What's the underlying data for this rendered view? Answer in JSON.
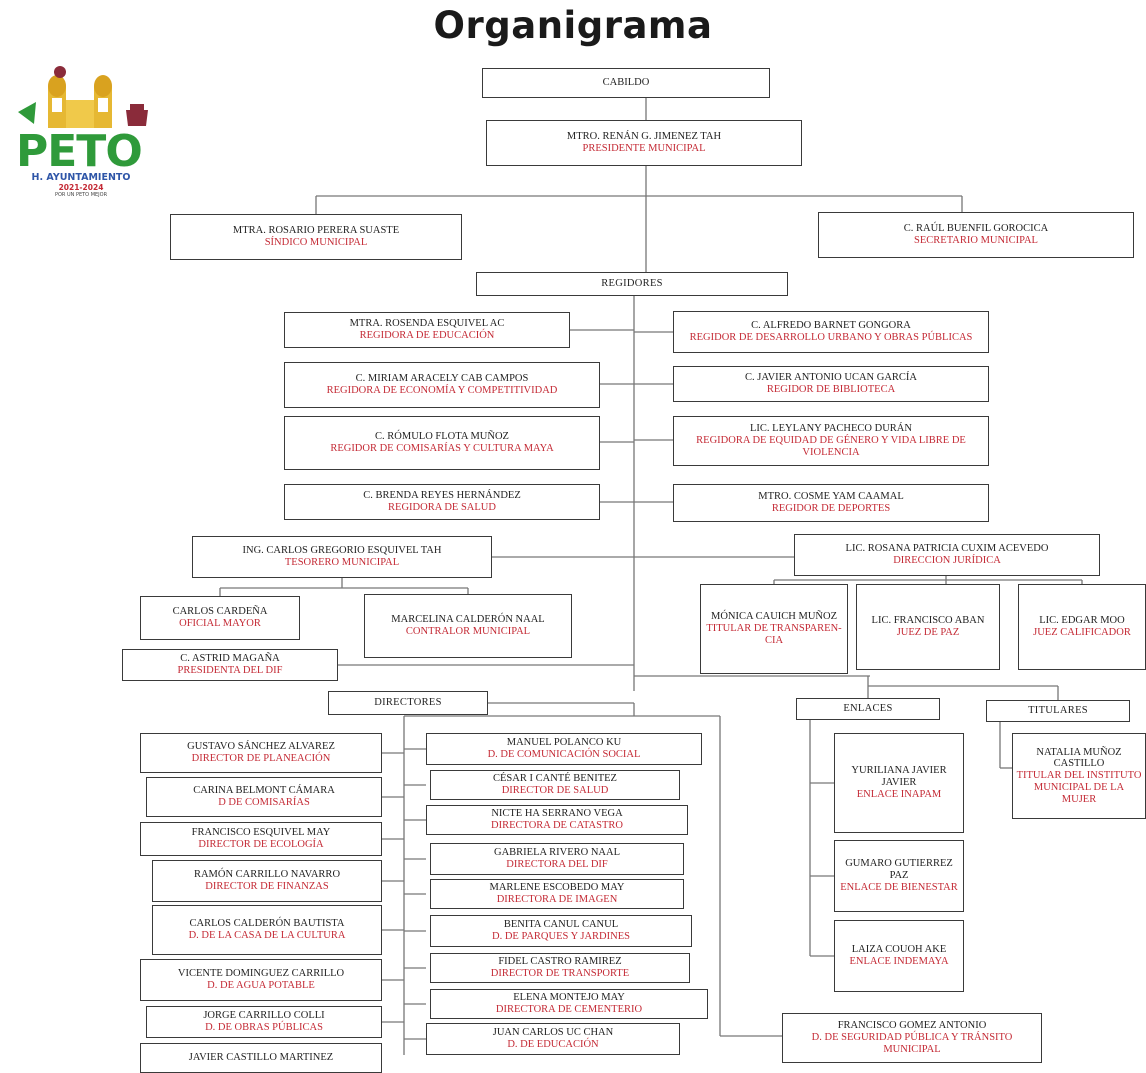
{
  "title": "Organigrama",
  "logo": {
    "name": "PETO",
    "subtitle": "H. AYUNTAMIENTO",
    "period": "2021-2024",
    "motto": "POR UN PETO MEJOR"
  },
  "headers": {
    "regidores": "REGIDORES",
    "directores": "DIRECTORES",
    "enlaces": "ENLACES",
    "titulares": "TITULARES"
  },
  "positions": [
    {
      "id": "cabildo",
      "name": "CABILDO",
      "role": ""
    },
    {
      "id": "presidente",
      "name": "MTRO. RENÁN G. JIMENEZ TAH",
      "role": "PRESIDENTE MUNICIPAL"
    },
    {
      "id": "sindico",
      "name": "MTRA. ROSARIO PERERA SUASTE",
      "role": "SÍNDICO MUNICIPAL"
    },
    {
      "id": "secretario",
      "name": "C. RAÚL BUENFIL GOROCICA",
      "role": "SECRETARIO MUNICIPAL"
    },
    {
      "id": "reg-educacion",
      "name": "MTRA. ROSENDA ESQUIVEL AC",
      "role": "REGIDORA DE EDUCACIÓN"
    },
    {
      "id": "reg-desarrollo",
      "name": "C. ALFREDO BARNET GONGORA",
      "role": "REGIDOR DE DESARROLLO URBANO Y OBRAS PÚBLICAS"
    },
    {
      "id": "reg-economia",
      "name": "C. MIRIAM ARACELY CAB CAMPOS",
      "role": "REGIDORA DE ECONOMÍA Y COMPETITIVIDAD"
    },
    {
      "id": "reg-biblioteca",
      "name": "C. JAVIER ANTONIO UCAN GARCÍA",
      "role": "REGIDOR DE BIBLIOTECA"
    },
    {
      "id": "reg-comisarias",
      "name": "C. RÓMULO FLOTA MUÑOZ",
      "role": "REGIDOR DE COMISARÍAS Y CULTURA MAYA"
    },
    {
      "id": "reg-equidad",
      "name": "LIC. LEYLANY PACHECO DURÁN",
      "role": "REGIDORA DE EQUIDAD DE GÉNERO Y VIDA LIBRE DE VIOLENCIA"
    },
    {
      "id": "reg-salud",
      "name": "C. BRENDA REYES HERNÁNDEZ",
      "role": "REGIDORA DE SALUD"
    },
    {
      "id": "reg-deportes",
      "name": "MTRO. COSME YAM CAAMAL",
      "role": "REGIDOR DE DEPORTES"
    },
    {
      "id": "tesorero",
      "name": "ING. CARLOS GREGORIO ESQUIVEL TAH",
      "role": "TESORERO MUNICIPAL"
    },
    {
      "id": "juridica",
      "name": "LIC. ROSANA PATRICIA CUXIM ACEVEDO",
      "role": "DIRECCION JURÍDICA"
    },
    {
      "id": "oficial-mayor",
      "name": "CARLOS CARDEÑA",
      "role": "OFICIAL MAYOR"
    },
    {
      "id": "contralor",
      "name": "MARCELINA CALDERÓN NAAL",
      "role": "CONTRALOR MUNICIPAL"
    },
    {
      "id": "transparencia",
      "name": "MÓNICA CAUICH MUÑOZ",
      "role": "TITULAR DE TRANSPAREN-CIA"
    },
    {
      "id": "juez-paz",
      "name": "LIC. FRANCISCO ABAN",
      "role": "JUEZ DE PAZ"
    },
    {
      "id": "juez-calificador",
      "name": "LIC. EDGAR MOO",
      "role": "JUEZ CALIFICADOR"
    },
    {
      "id": "dif-presidenta",
      "name": "C. ASTRID MAGAÑA",
      "role": "PRESIDENTA DEL DIF"
    },
    {
      "id": "dir-planeacion",
      "name": "GUSTAVO SÁNCHEZ ALVAREZ",
      "role": "DIRECTOR DE PLANEACIÓN"
    },
    {
      "id": "dir-comunicacion",
      "name": "MANUEL POLANCO KU",
      "role": "D. DE COMUNICACIÓN SOCIAL"
    },
    {
      "id": "dir-comisarias",
      "name": "CARINA BELMONT CÁMARA",
      "role": "D DE COMISARÍAS"
    },
    {
      "id": "dir-salud",
      "name": "CÉSAR I CANTÉ BENITEZ",
      "role": "DIRECTOR DE SALUD"
    },
    {
      "id": "dir-catastro",
      "name": "NICTE HA SERRANO VEGA",
      "role": "DIRECTORA DE CATASTRO"
    },
    {
      "id": "dir-ecologia",
      "name": "FRANCISCO ESQUIVEL MAY",
      "role": "DIRECTOR DE ECOLOGÍA"
    },
    {
      "id": "dir-dif",
      "name": "GABRIELA RIVERO NAAL",
      "role": "DIRECTORA DEL DIF"
    },
    {
      "id": "dir-finanzas",
      "name": "RAMÓN CARRILLO NAVARRO",
      "role": "DIRECTOR DE FINANZAS"
    },
    {
      "id": "dir-imagen",
      "name": "MARLENE ESCOBEDO MAY",
      "role": "DIRECTORA DE IMAGEN"
    },
    {
      "id": "dir-cultura",
      "name": "CARLOS CALDERÓN BAUTISTA",
      "role": "D. DE LA CASA DE LA CULTURA"
    },
    {
      "id": "dir-parques",
      "name": "BENITA CANUL CANUL",
      "role": "D. DE PARQUES Y JARDINES"
    },
    {
      "id": "dir-transporte",
      "name": "FIDEL CASTRO RAMIREZ",
      "role": "DIRECTOR DE TRANSPORTE"
    },
    {
      "id": "dir-agua",
      "name": "VICENTE DOMINGUEZ CARRILLO",
      "role": "D. DE AGUA POTABLE"
    },
    {
      "id": "dir-cementerio",
      "name": "ELENA MONTEJO MAY",
      "role": "DIRECTORA DE CEMENTERIO"
    },
    {
      "id": "dir-obras",
      "name": "JORGE CARRILLO COLLI",
      "role": "D. DE OBRAS PÚBLICAS"
    },
    {
      "id": "dir-educacion",
      "name": "JUAN CARLOS UC CHAN",
      "role": "D. DE EDUCACIÓN"
    },
    {
      "id": "dir-castillo",
      "name": "JAVIER CASTILLO MARTINEZ",
      "role": ""
    },
    {
      "id": "dir-seguridad",
      "name": "FRANCISCO GOMEZ ANTONIO",
      "role": "D. DE SEGURIDAD PÚBLICA Y TRÁNSITO MUNICIPAL"
    },
    {
      "id": "enlace-inapam",
      "name": "YURILIANA JAVIER JAVIER",
      "role": "ENLACE INAPAM"
    },
    {
      "id": "enlace-bienestar",
      "name": "GUMARO GUTIERREZ PAZ",
      "role": "ENLACE DE BIENESTAR"
    },
    {
      "id": "enlace-indemaya",
      "name": "LAIZA COUOH AKE",
      "role": "ENLACE INDEMAYA"
    },
    {
      "id": "titular-mujer",
      "name": "NATALIA MUÑOZ CASTILLO",
      "role": "TITULAR DEL INSTITUTO MUNICIPAL DE LA MUJER"
    }
  ],
  "colors": {
    "name_text": "#222222",
    "role_text": "#c42a35",
    "border": "#3a3a3a",
    "connector": "#777777",
    "logo_green": "#2f9a3a",
    "logo_blue": "#2f56a8"
  }
}
